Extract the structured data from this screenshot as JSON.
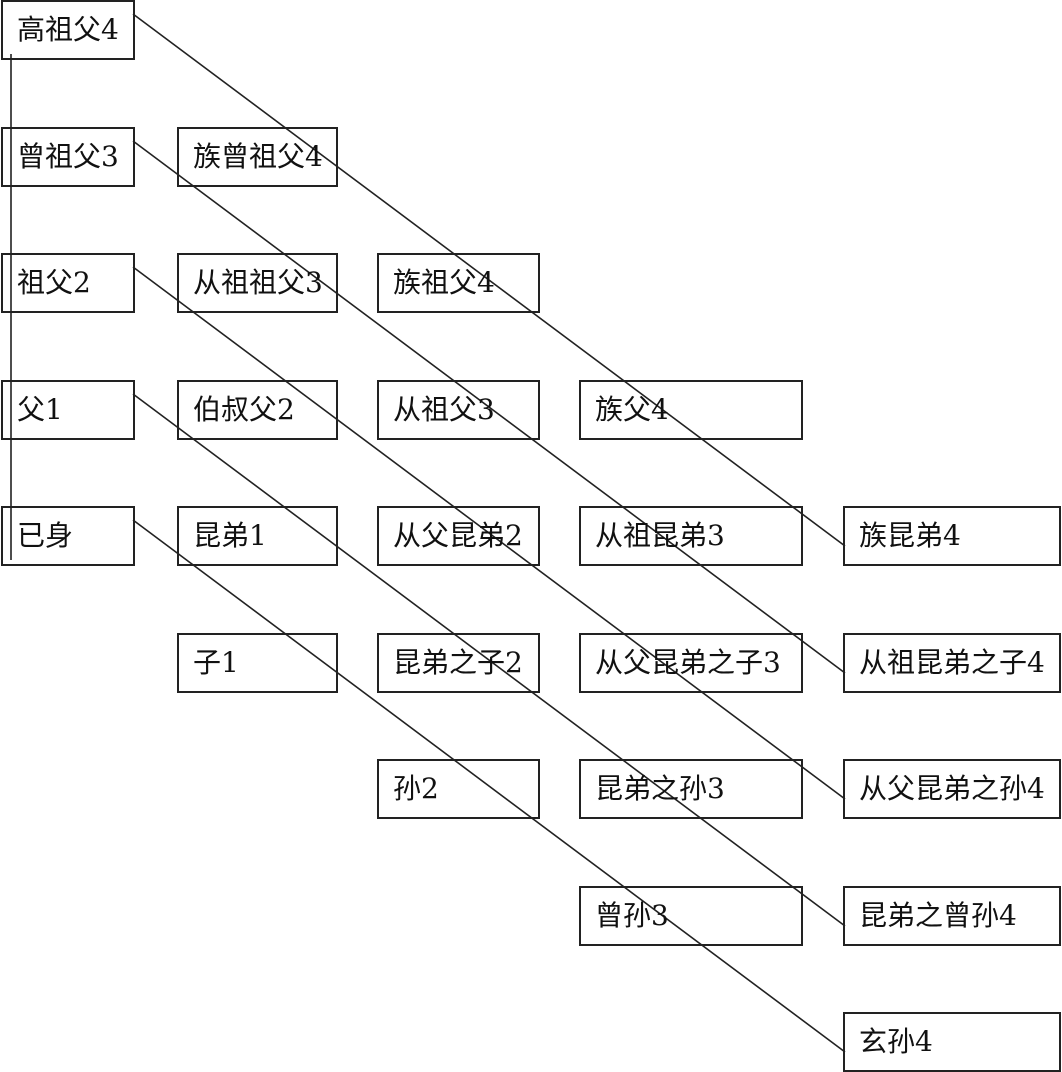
{
  "diagram": {
    "nodes": {
      "gaozufu": "高祖父4",
      "zengzufu": "曾祖父3",
      "zufu": "祖父2",
      "fu": "父1",
      "jishen": "已身",
      "zuzengzufu": "族曾祖父4",
      "congzuzufu": "从祖祖父3",
      "bozhufu": "伯叔父2",
      "kundi": "昆弟1",
      "zi": "子1",
      "zuzufu": "族祖父4",
      "congzufu": "从祖父3",
      "congfukundi": "从父昆弟2",
      "kundizhizi": "昆弟之子2",
      "sun": "孙2",
      "zufu4": "族父4",
      "congzukundi": "从祖昆弟3",
      "congfukundizhizi": "从父昆弟之子3",
      "kundizhisun": "昆弟之孙3",
      "zengsun": "曾孙3",
      "zukundi": "族昆弟4",
      "congzukundizhizi": "从祖昆弟之子4",
      "congfukundizhisun": "从父昆弟之孙4",
      "kundizhizengsun": "昆弟之曾孙4",
      "xuansun": "玄孙4"
    },
    "edges": [
      [
        "gaozufu",
        "zukundi"
      ],
      [
        "zengzufu",
        "congzukundizhizi"
      ],
      [
        "zufu",
        "congfukundizhisun"
      ],
      [
        "fu",
        "kundizhizengsun"
      ],
      [
        "jishen",
        "xuansun"
      ],
      [
        "gaozufu",
        "jishen"
      ]
    ]
  }
}
